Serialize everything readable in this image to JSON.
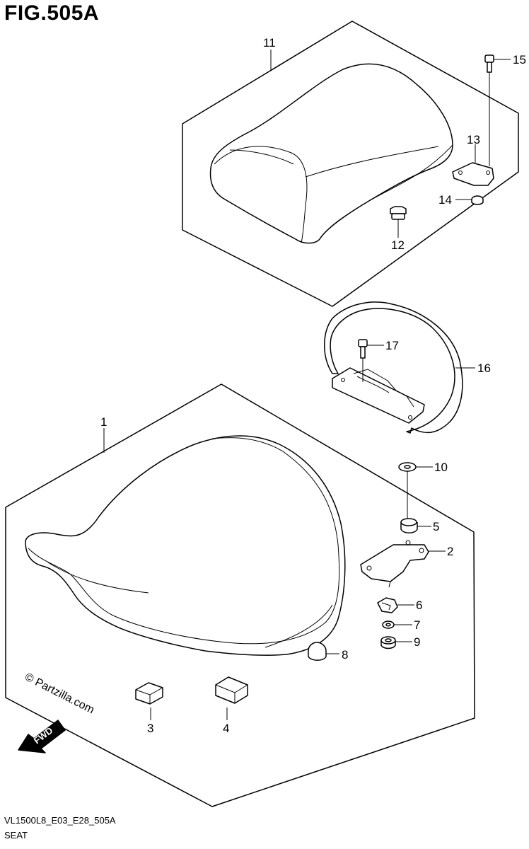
{
  "figure": {
    "title": "FIG.505A",
    "model_code": "VL1500L8_E03_E28_505A",
    "section_name": "SEAT"
  },
  "watermark": {
    "text": "© Partzilla.com"
  },
  "fwd_badge": {
    "text": "FWD"
  },
  "callouts": [
    {
      "id": "1",
      "label": "1"
    },
    {
      "id": "2",
      "label": "2"
    },
    {
      "id": "3",
      "label": "3"
    },
    {
      "id": "4",
      "label": "4"
    },
    {
      "id": "5",
      "label": "5"
    },
    {
      "id": "6",
      "label": "6"
    },
    {
      "id": "7",
      "label": "7"
    },
    {
      "id": "8",
      "label": "8"
    },
    {
      "id": "9",
      "label": "9"
    },
    {
      "id": "10",
      "label": "10"
    },
    {
      "id": "11",
      "label": "11"
    },
    {
      "id": "12",
      "label": "12"
    },
    {
      "id": "13",
      "label": "13"
    },
    {
      "id": "14",
      "label": "14"
    },
    {
      "id": "15",
      "label": "15"
    },
    {
      "id": "16",
      "label": "16"
    },
    {
      "id": "17",
      "label": "17"
    }
  ]
}
